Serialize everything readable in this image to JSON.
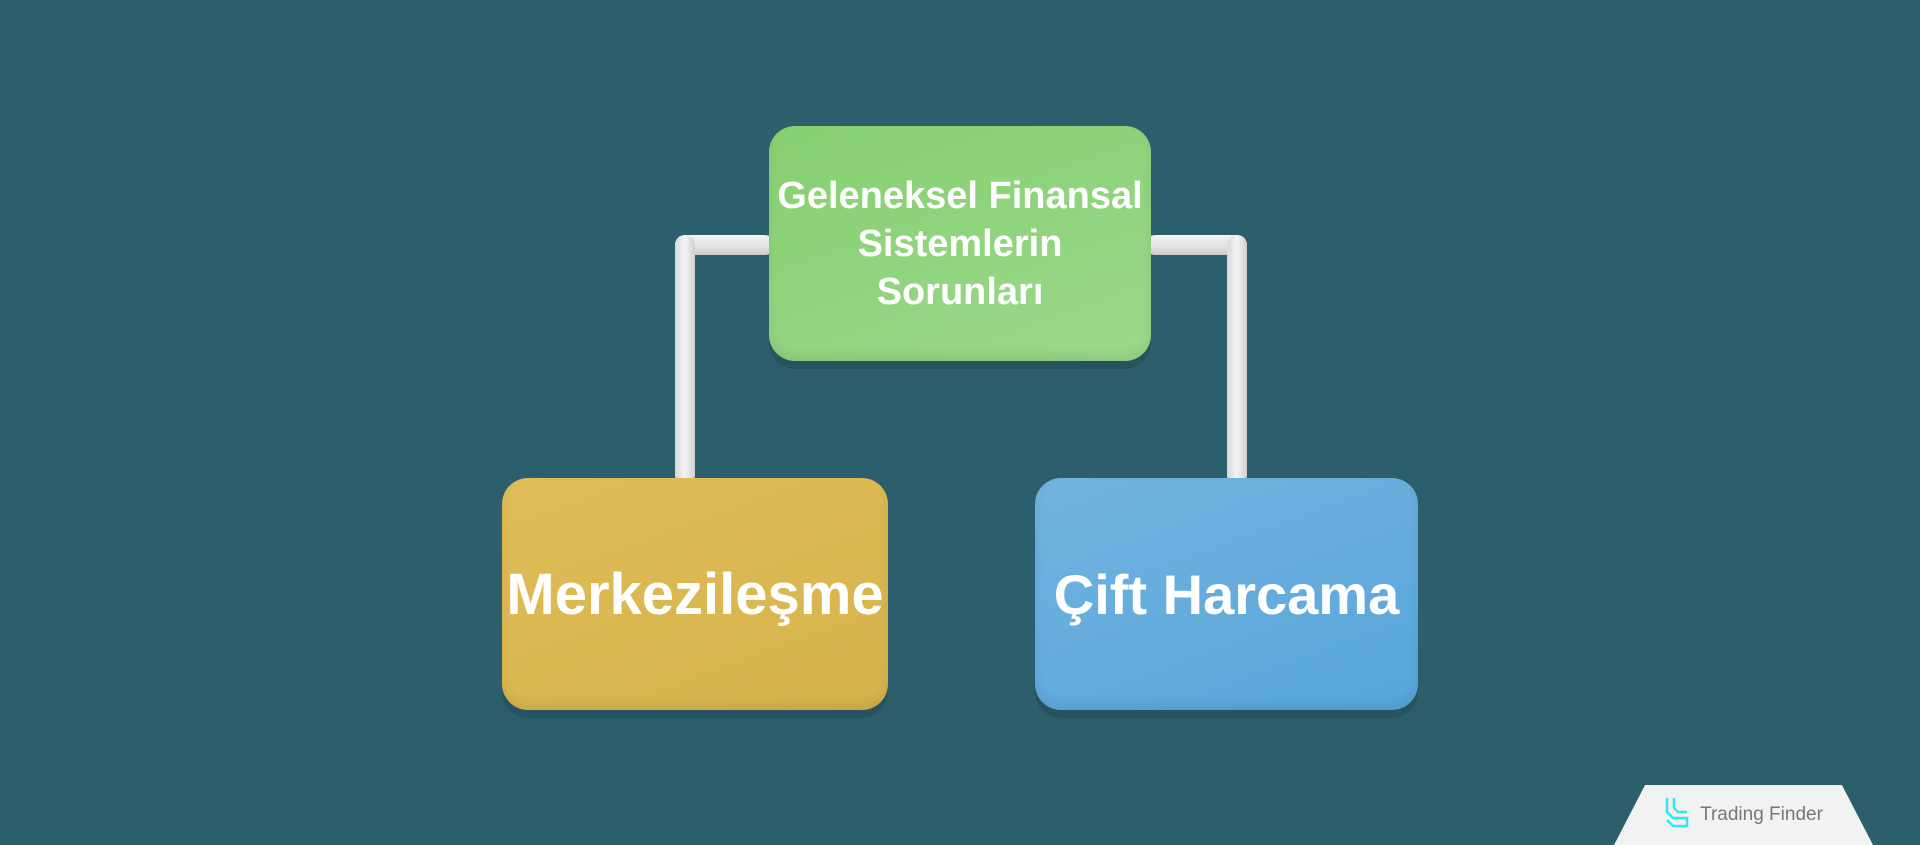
{
  "diagram": {
    "root": {
      "line1": "Geleneksel Finansal",
      "line2": "Sistemlerin Sorunları",
      "color": "#8fd47b"
    },
    "children": [
      {
        "label": "Merkezileşme",
        "color": "#dab950"
      },
      {
        "label": "Çift Harcama",
        "color": "#63abdc"
      }
    ],
    "background": "#2c5f6b"
  },
  "branding": {
    "name": "Trading Finder",
    "logo_icon": "tradingfinder-logo-icon",
    "logo_color": "#35e6f0"
  }
}
